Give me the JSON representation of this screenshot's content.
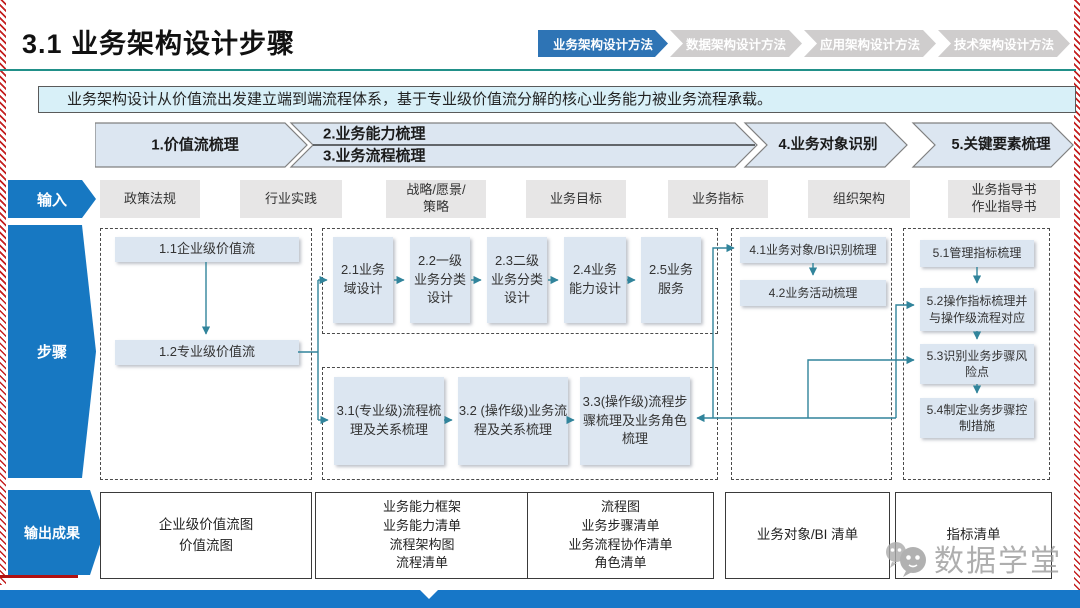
{
  "header": {
    "title": "3.1 业务架构设计步骤"
  },
  "nav": {
    "items": [
      {
        "label": "业务架构设计方法",
        "active": true
      },
      {
        "label": "数据架构设计方法",
        "active": false
      },
      {
        "label": "应用架构设计方法",
        "active": false
      },
      {
        "label": "技术架构设计方法",
        "active": false
      }
    ]
  },
  "banner": {
    "text": "业务架构设计从价值流出发建立端到端流程体系，基于专业级价值流分解的核心业务能力被业务流程承载。"
  },
  "phases": {
    "p1": "1.价值流梳理",
    "p2": "2.业务能力梳理",
    "p3": "3.业务流程梳理",
    "p4": "4.业务对象识别",
    "p5": "5.关键要素梳理"
  },
  "lanes": {
    "input": "输入",
    "steps": "步骤",
    "output": "输出成果"
  },
  "inputs": {
    "i1": "政策法规",
    "i2": "行业实践",
    "i3": "战略/愿景/\n策略",
    "i4": "业务目标",
    "i5": "业务指标",
    "i6": "组织架构",
    "i7": "业务指导书\n作业指导书"
  },
  "steps": {
    "s11": "1.1企业级价值流",
    "s12": "1.2专业级价值流",
    "s21": "2.1业务\n域设计",
    "s22": "2.2一级\n业务分类\n设计",
    "s23": "2.3二级\n业务分类\n设计",
    "s24": "2.4业务\n能力设计",
    "s25": "2.5业务\n服务",
    "s31": "3.1(专业级)流程梳\n理及关系梳理",
    "s32": "3.2 (操作级)业务流\n程及关系梳理",
    "s33": "3.3(操作级)流程步\n骤梳理及业务角色\n梳理",
    "s41": "4.1业务对象/BI识别梳理",
    "s42": "4.2业务活动梳理",
    "s51": "5.1管理指标梳理",
    "s52": "5.2操作指标梳理并\n与操作级流程对应",
    "s53": "5.3识别业务步骤风\n险点",
    "s54": "5.4制定业务步骤控\n制措施"
  },
  "outputs": {
    "o1": "企业级价值流图\n价值流图",
    "o2": "业务能力框架\n业务能力清单\n流程架构图\n流程清单",
    "o3": "流程图\n业务步骤清单\n业务流程协作清单\n角色清单",
    "o4": "业务对象/BI 清单",
    "o5": "指标清单"
  },
  "watermark": {
    "text": "数据学堂"
  },
  "colors": {
    "lane_blue": "#1778C2",
    "nav_active_blue": "#2E74B5",
    "nav_inactive_gray": "#CFCDCD",
    "step_box_fill": "#DCE6F1",
    "banner_bg": "#D8F0F8",
    "connector_teal": "#31849B",
    "bottom_bar_blue": "#1777C8",
    "header_rule_teal": "#219089",
    "edge_stripe_red": "#C42020",
    "input_box_gray": "#E7E6E6"
  }
}
